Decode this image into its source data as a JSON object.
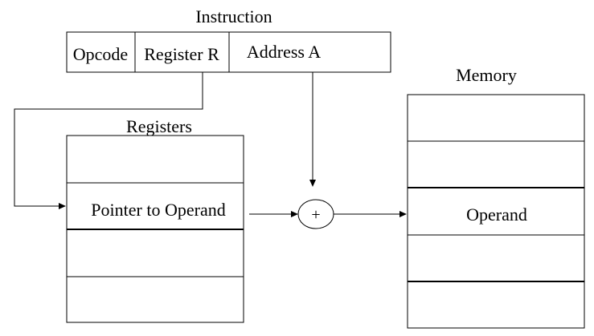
{
  "instruction": {
    "title": "Instruction",
    "fields": {
      "opcode": "Opcode",
      "register": "Register R",
      "address": "Address A"
    }
  },
  "registers": {
    "title": "Registers",
    "pointer_label": "Pointer to Operand"
  },
  "memory": {
    "title": "Memory",
    "operand_label": "Operand"
  },
  "adder": {
    "symbol": "+"
  }
}
